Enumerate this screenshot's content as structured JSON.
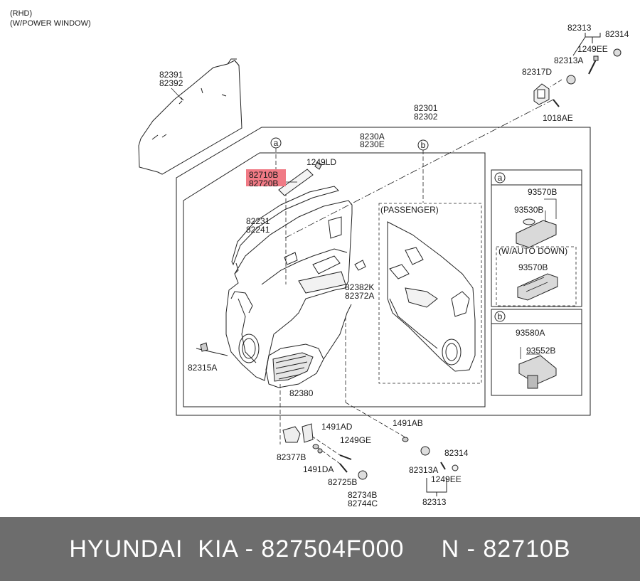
{
  "notes": [
    "(RHD)",
    "(W/POWER WINDOW)"
  ],
  "labels": {
    "l82391": "82391",
    "l82392": "82392",
    "l82313_top": "82313",
    "l82314_top": "82314",
    "l1249EE_top": "1249EE",
    "l82313A_top": "82313A",
    "l82317D": "82317D",
    "l1018AE": "1018AE",
    "l82301": "82301",
    "l82302": "82302",
    "l8230A": "8230A",
    "l8230E": "8230E",
    "l1249LD": "1249LD",
    "l82710B": "82710B",
    "l82720B": "82720B",
    "l82231": "82231",
    "l82241": "82241",
    "l82382K": "82382K",
    "l82372A": "82372A",
    "l82315A": "82315A",
    "l82380": "82380",
    "passenger": "(PASSENGER)",
    "l93570B_a": "93570B",
    "l93530B": "93530B",
    "autodown": "(W/AUTO DOWN)",
    "l93570B_b": "93570B",
    "l93580A": "93580A",
    "l93552B": "93552B",
    "l1491AD": "1491AD",
    "l1249GE": "1249GE",
    "l82377B": "82377B",
    "l1491DA": "1491DA",
    "l82725B": "82725B",
    "l82734B": "82734B",
    "l82744C": "82744C",
    "l1491AB": "1491AB",
    "l82314_bot": "82314",
    "l82313A_bot": "82313A",
    "l1249EE_bot": "1249EE",
    "l82313_bot": "82313"
  },
  "callouts": {
    "a": "a",
    "b": "b"
  },
  "highlight_color": "#f07a85",
  "footer": {
    "text": "HYUNDAI  KIA - 827504F000     N - 82710B",
    "background": "#6d6d6d"
  }
}
